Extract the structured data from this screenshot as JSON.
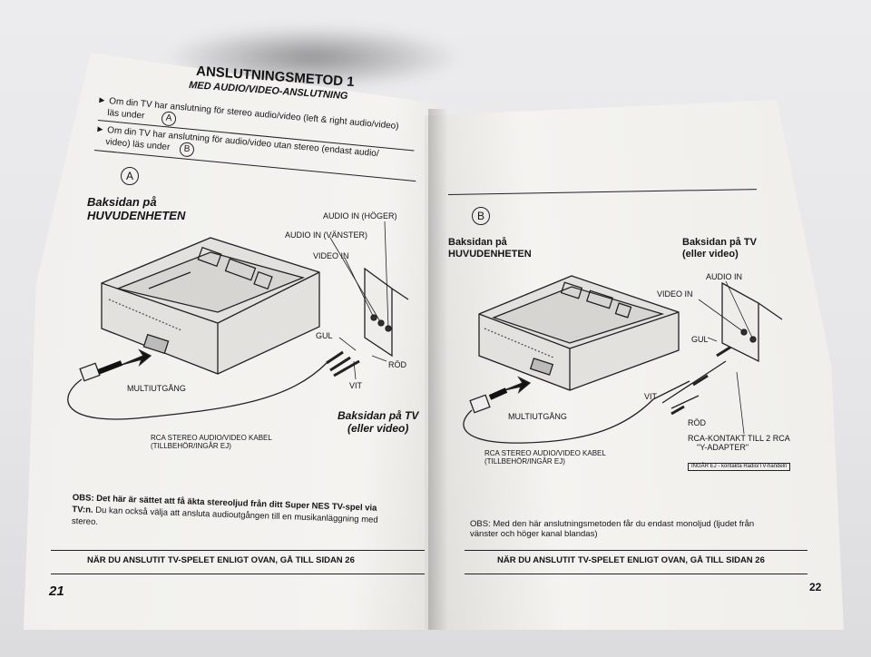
{
  "left_page": {
    "title": "ANSLUTNINGSMETOD 1",
    "subtitle": "MED AUDIO/VIDEO-ANSLUTNING",
    "bullets": [
      {
        "line1": "Om din TV har anslutning för stereo audio/video (left & right audio/video)",
        "line2": "läs under",
        "badge": "A"
      },
      {
        "line1": "Om din TV har anslutning för audio/video utan stereo (endast audio/",
        "line2": "video) läs under",
        "badge": "B"
      }
    ],
    "section_badge": "A",
    "rear_label": [
      "Baksidan på",
      "HUVUDENHETEN"
    ],
    "labels": {
      "audio_in_right": "AUDIO IN (HÖGER)",
      "audio_in_left": "AUDIO IN (VÄNSTER)",
      "video_in": "VIDEO IN",
      "yellow": "GUL",
      "red": "RÖD",
      "white": "VIT",
      "multi_out": "MULTIUTGÅNG",
      "tv_rear": [
        "Baksidan på TV",
        "(eller video)"
      ],
      "cable": [
        "RCA STEREO AUDIO/VIDEO KABEL",
        "(TILLBEHÖR/INGÅR EJ)"
      ]
    },
    "note_bold": [
      "OBS: Det här är sättet att få äkta stereoljud från ditt Super NES TV-spel via",
      "TV:n."
    ],
    "note_normal": [
      "Du kan också välja att ansluta audioutgången till en musikanläggning med",
      "stereo."
    ],
    "footer": "NÄR DU ANSLUTIT TV-SPELET ENLIGT OVAN, GÅ TILL SIDAN 26",
    "page_number": "21"
  },
  "right_page": {
    "section_badge": "B",
    "rear_label": [
      "Baksidan på",
      "HUVUDENHETEN"
    ],
    "tv_rear": [
      "Baksidan på TV",
      "(eller video)"
    ],
    "labels": {
      "audio_in": "AUDIO IN",
      "video_in": "VIDEO IN",
      "yellow": "GUL",
      "white": "VIT",
      "red": "RÖD",
      "multi_out": "MULTIUTGÅNG",
      "y_adapter": [
        "RCA-KONTAKT TILL 2 RCA",
        "\"Y-ADAPTER\""
      ],
      "not_included": "INGÅR EJ - kontakta Radio/TV-handeln",
      "cable": [
        "RCA STEREO AUDIO/VIDEO KABEL",
        "(TILLBEHÖR/INGÅR EJ)"
      ]
    },
    "note": [
      "OBS: Med den här anslutningsmetoden får du endast monoljud (ljudet från",
      "vänster och höger kanal blandas)"
    ],
    "footer": "NÄR DU ANSLUTIT TV-SPELET ENLIGT OVAN, GÅ TILL SIDAN 26",
    "page_number": "22"
  }
}
